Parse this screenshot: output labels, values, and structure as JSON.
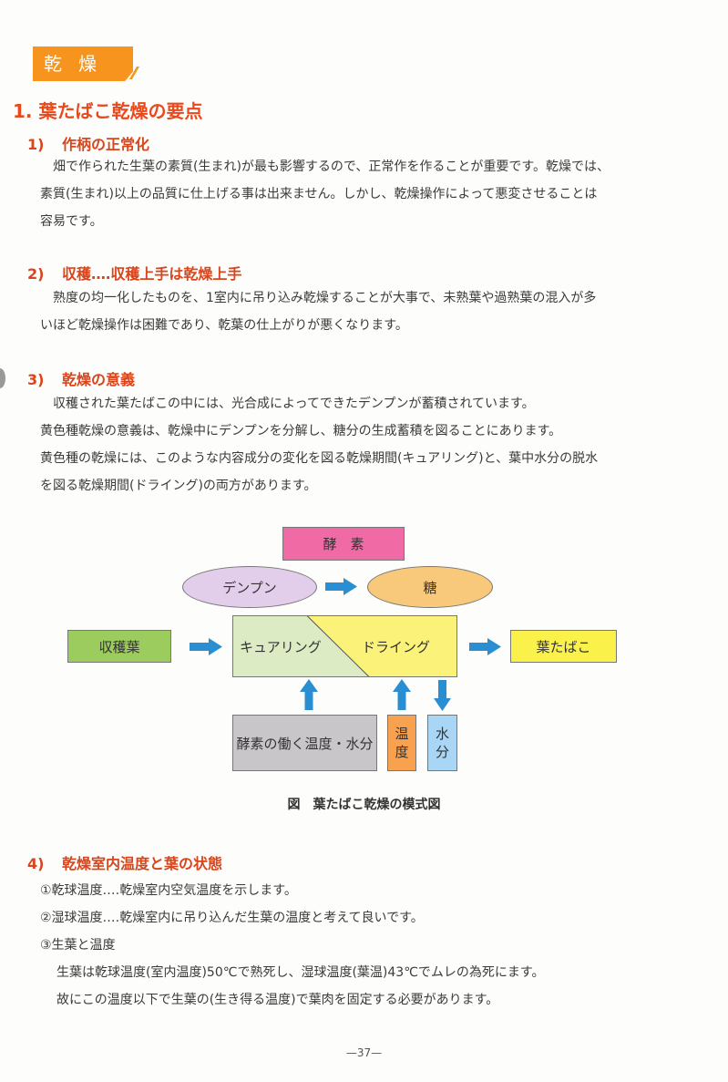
{
  "section_badge": "乾燥",
  "heading": "1. 葉たばこ乾燥の要点",
  "sections": [
    {
      "num": "1)",
      "title": "作柄の正常化",
      "lines": [
        "畑で作られた生葉の素質(生まれ)が最も影響するので、正常作を作ることが重要です。乾燥では、",
        "素質(生まれ)以上の品質に仕上げる事は出来ません。しかし、乾燥操作によって悪変させることは",
        "容易です。"
      ]
    },
    {
      "num": "2)",
      "title": "収穫‥‥収穫上手は乾燥上手",
      "lines": [
        "熟度の均一化したものを、1室内に吊り込み乾燥することが大事で、未熟葉や過熟葉の混入が多",
        "いほど乾燥操作は困難であり、乾葉の仕上がりが悪くなります。"
      ]
    },
    {
      "num": "3)",
      "title": "乾燥の意義",
      "lines": [
        "収穫された葉たばこの中には、光合成によってできたデンプンが蓄積されています。",
        "黄色種乾燥の意義は、乾燥中にデンプンを分解し、糖分の生成蓄積を図ることにあります。",
        "黄色種の乾燥には、このような内容成分の変化を図る乾燥期間(キュアリング)と、葉中水分の脱水",
        "を図る乾燥期間(ドライング)の両方があります。"
      ]
    },
    {
      "num": "4)",
      "title": "乾燥室内温度と葉の状態",
      "items": [
        "①乾球温度‥‥乾燥室内空気温度を示します。",
        "②湿球温度‥‥乾燥室内に吊り込んだ生葉の温度と考えて良いです。",
        "③生葉と温度"
      ],
      "sub_lines": [
        "生葉は乾球温度(室内温度)50℃で熟死し、湿球温度(葉温)43℃でムレの為死にます。",
        "故にこの温度以下で生葉の(生き得る温度)で葉肉を固定する必要があります。"
      ]
    }
  ],
  "diagram": {
    "enzyme": "酵　素",
    "starch": "デンプン",
    "sugar": "糖",
    "harvest_leaf": "収穫葉",
    "curing": "キュアリング",
    "drying": "ドライング",
    "tobacco": "葉たばこ",
    "enzyme_conditions": "酵素の働く温度・水分",
    "temperature": [
      "温",
      "度"
    ],
    "moisture": [
      "水",
      "分"
    ],
    "colors": {
      "enzyme": "#f06aa6",
      "ellipse": "#e2cdea",
      "sugar": "#f8c97a",
      "harvest": "#9ccb5e",
      "curing": "#dcebc4",
      "drying": "#fbf27a",
      "tobacco": "#fbf14b",
      "conditions": "#c9c6c9",
      "temp": "#f8a24f",
      "water": "#a8d6f4",
      "arrow": "#2a8ed3"
    }
  },
  "caption": "図　葉たばこ乾燥の模式図",
  "page_number": "—37—"
}
